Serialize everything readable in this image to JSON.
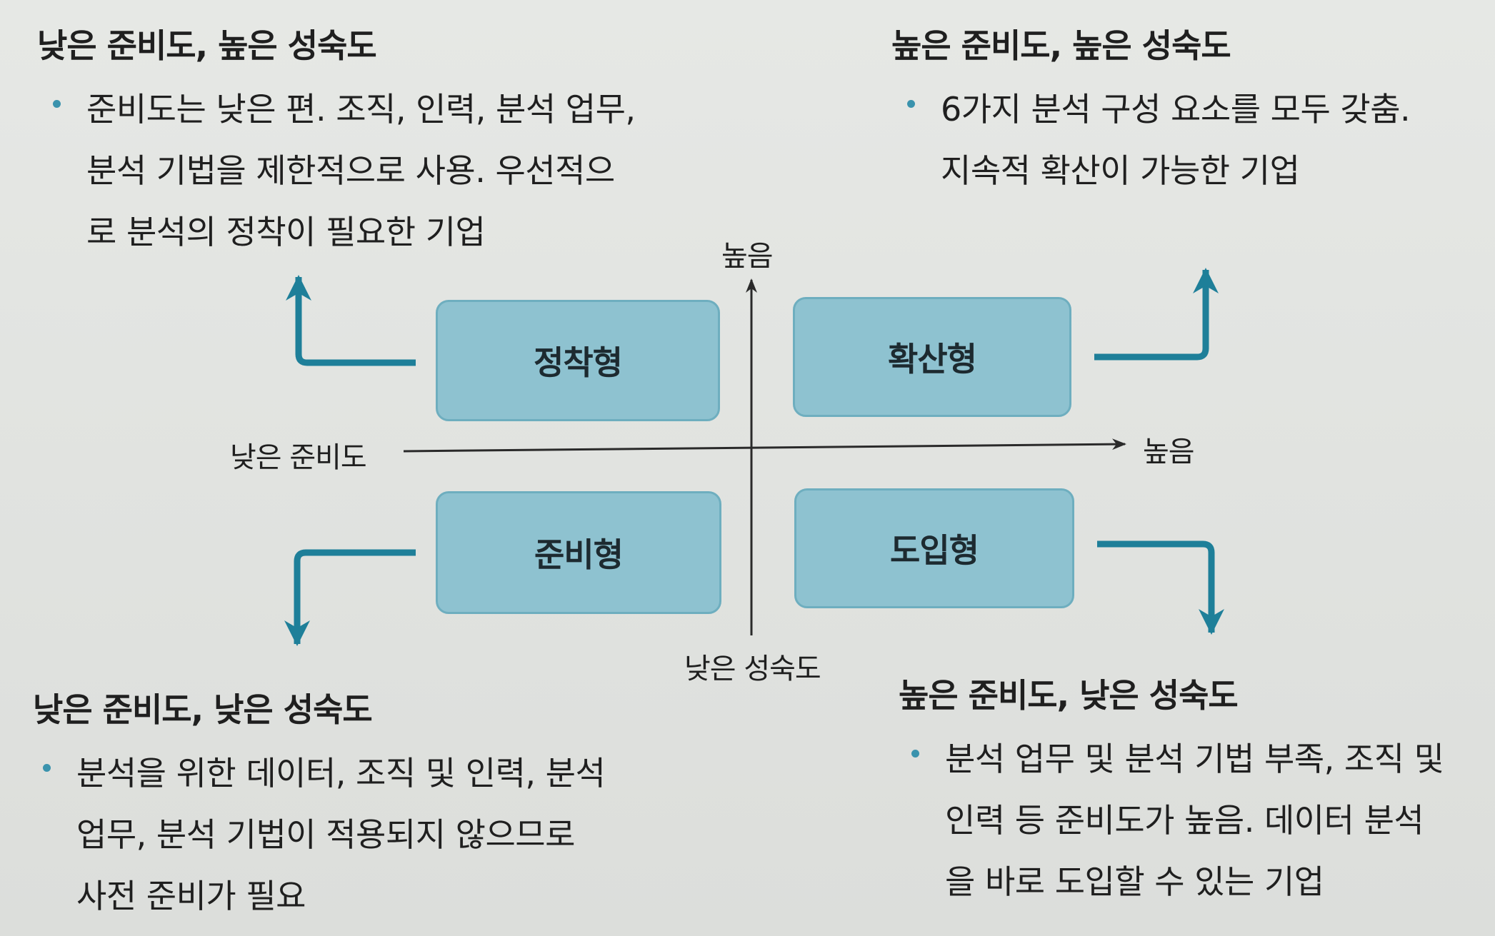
{
  "quadrants": {
    "top_left": {
      "title": "낮은 준비도, 높은 성숙도",
      "lines": [
        "준비도는 낮은 편. 조직, 인력, 분석 업무,",
        "분석 기법을 제한적으로 사용. 우선적으",
        "로 분석의 정착이 필요한 기업"
      ],
      "box_label": "정착형"
    },
    "top_right": {
      "title": "높은 준비도, 높은 성숙도",
      "lines": [
        "6가지 분석 구성 요소를 모두 갖춤.",
        "지속적 확산이 가능한 기업"
      ],
      "box_label": "확산형"
    },
    "bottom_left": {
      "title": "낮은 준비도, 낮은 성숙도",
      "lines": [
        "분석을 위한 데이터, 조직 및 인력, 분석",
        "업무, 분석 기법이 적용되지 않으므로",
        "사전 준비가 필요"
      ],
      "box_label": "준비형"
    },
    "bottom_right": {
      "title": "높은 준비도, 낮은 성숙도",
      "lines": [
        "분석 업무 및 분석 기법 부족, 조직 및",
        "인력 등 준비도가 높음. 데이터 분석",
        "을 바로 도입할 수 있는 기업"
      ],
      "box_label": "도입형"
    }
  },
  "axes": {
    "y_top": "높음",
    "y_bottom": "낮은 성숙도",
    "x_left": "낮은 준비도",
    "x_right": "높음"
  },
  "colors": {
    "accent_arrow": "#1e7f99",
    "box_fill": "#8ec2d0",
    "box_border": "#6eaebf",
    "bullet": "#3a93ad",
    "axis": "#2a2a2a"
  }
}
